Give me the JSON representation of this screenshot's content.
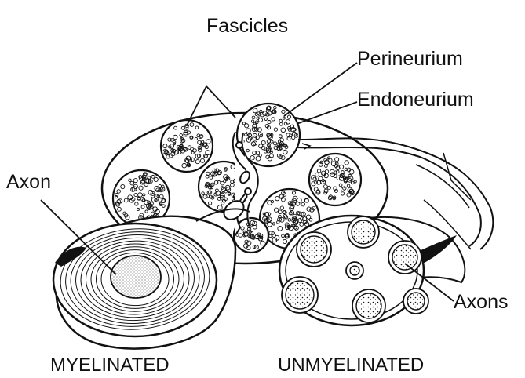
{
  "labels": {
    "fascicles": "Fascicles",
    "perineurium": "Perineurium",
    "endoneurium": "Endoneurium",
    "axon": "Axon",
    "axons": "Axons"
  },
  "captions": {
    "myelinated": "MYELINATED",
    "unmyelinated": "UNMYELINATED"
  },
  "colors": {
    "ink": "#111111",
    "paper": "#ffffff"
  }
}
